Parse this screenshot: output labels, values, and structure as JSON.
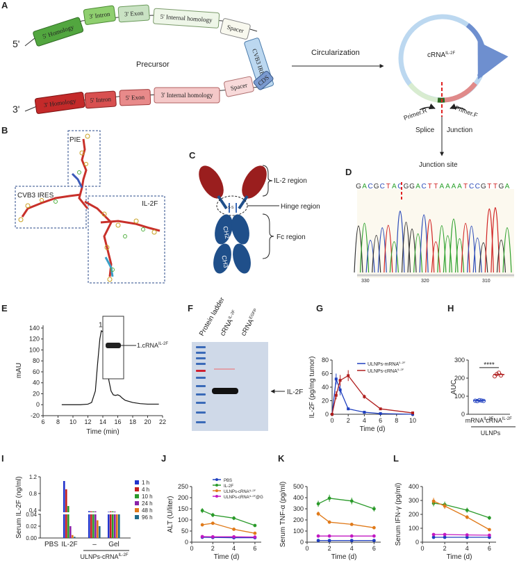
{
  "panel_labels": {
    "A": "A",
    "B": "B",
    "C": "C",
    "D": "D",
    "E": "E",
    "F": "F",
    "G": "G",
    "H": "H",
    "I": "I",
    "J": "J",
    "K": "K",
    "L": "L"
  },
  "panelA": {
    "five_prime": "5'",
    "three_prime": "3'",
    "top_segments": [
      "5' Homology",
      "3' Intron",
      "3' Exon",
      "5' Internal homology",
      "Spacer"
    ],
    "ires": "CVB3 IRES",
    "cds": "CDS",
    "bottom_segments": [
      "3' Homology",
      "5' Intron",
      "5' Exon",
      "3' Internal homology",
      "Spacer"
    ],
    "precursor": "Precursor",
    "circularization": "Circularization",
    "circ_label_base": "cRNA",
    "circ_label_sup": "IL-2F",
    "primer_r": "Primer.R",
    "primer_f": "Primer.F",
    "splice": "Splice",
    "junction": "Junction",
    "junction_site": "Junction site"
  },
  "panelB": {
    "pie": "PIE",
    "ires": "CVB3 IRES",
    "il2f": "IL-2F"
  },
  "panelC": {
    "il2_region": "IL-2 region",
    "hinge_region": "Hinge region",
    "fc_region": "Fc region",
    "ch2": "CH2",
    "ch3": "CH3",
    "ss": "S-S"
  },
  "panelD": {
    "sequence": "GACGCTACGGACTTAAAATCCGTTGA",
    "ticks": [
      "330",
      "320",
      "310"
    ]
  },
  "chart_data": [
    {
      "panel": "E",
      "type": "line",
      "xlabel": "Time (min)",
      "ylabel": "mAU",
      "xticks": [
        6,
        8,
        10,
        12,
        14,
        16,
        18,
        20,
        22
      ],
      "yticks": [
        -20,
        0,
        20,
        40,
        60,
        80,
        100,
        120,
        140
      ],
      "xlim": [
        6,
        22
      ],
      "ylim": [
        -20,
        145
      ],
      "peak_label": "1",
      "band_label_base": "1.cRNA",
      "band_label_sup": "IL-2F",
      "series": [
        {
          "x": [
            8.5,
            10,
            11,
            12,
            12.5,
            13,
            13.3,
            13.6,
            13.8,
            14.0,
            14.2,
            14.5,
            14.8,
            15.1,
            15.4,
            15.7,
            16.0,
            16.3,
            16.6,
            17,
            18,
            19,
            20,
            21.5
          ],
          "y": [
            0,
            0,
            0,
            1,
            4,
            25,
            75,
            120,
            135,
            133,
            115,
            80,
            45,
            25,
            18,
            17,
            18,
            16,
            12,
            8,
            4,
            2,
            1,
            1
          ]
        }
      ]
    },
    {
      "panel": "F",
      "type": "table",
      "lanes": [
        "Protein ladder",
        "cRNA",
        "cRNA"
      ],
      "lane_sups": [
        "",
        "IL-2F",
        "EGFP"
      ],
      "band_label": "IL-2F"
    },
    {
      "panel": "G",
      "type": "line",
      "xlabel": "Time (d)",
      "ylabel": "IL-2F (pg/mg tumor)",
      "xticks": [
        0,
        2,
        4,
        6,
        8,
        10
      ],
      "yticks": [
        0,
        20,
        40,
        60,
        80
      ],
      "xlim": [
        0,
        10
      ],
      "ylim": [
        0,
        80
      ],
      "series": [
        {
          "name": "ULNPs-mRNA",
          "sup": "IL-2F",
          "color": "#1f3fbf",
          "x": [
            0,
            0.5,
            1,
            2,
            4,
            6,
            10
          ],
          "y": [
            0,
            52,
            36,
            8,
            3,
            1,
            0
          ],
          "err": [
            0,
            8,
            8,
            2,
            1,
            0,
            0
          ]
        },
        {
          "name": "ULNPs-cRNA",
          "sup": "IL-2F",
          "color": "#b01e1e",
          "x": [
            0,
            0.5,
            1,
            2,
            4,
            6,
            10
          ],
          "y": [
            0,
            28,
            50,
            57,
            26,
            8,
            2
          ],
          "err": [
            0,
            6,
            8,
            8,
            3,
            1,
            0
          ]
        }
      ]
    },
    {
      "panel": "H",
      "type": "scatter",
      "ylabel": "AUC",
      "yticks": [
        0,
        100,
        200,
        300
      ],
      "ylim": [
        0,
        300
      ],
      "categories": [
        "mRNA",
        "cRNA"
      ],
      "category_sups": [
        "IL-2F",
        "IL-2F"
      ],
      "group_label": "ULNPs",
      "significance": "****",
      "series": [
        {
          "color": "#1f3fbf",
          "values": [
            75,
            73,
            78,
            76,
            74
          ],
          "mean": 76
        },
        {
          "color": "#b01e1e",
          "values": [
            210,
            222,
            230,
            215
          ],
          "mean": 220
        }
      ]
    },
    {
      "panel": "I",
      "type": "bar",
      "ylabel": "Serum IL-2F (ng/ml)",
      "yticks": [
        "0.00",
        "0.02",
        "0.04",
        "0.4",
        "0.8",
        "1.2"
      ],
      "categories": [
        "PBS",
        "IL-2F",
        "–",
        "Gel"
      ],
      "group_label_base": "ULNPs-cRNA",
      "group_label_sup": "IL-2F",
      "series": [
        {
          "name": "1 h",
          "color": "#2233cc",
          "values": [
            0,
            1.1,
            0.32,
            0.26
          ]
        },
        {
          "name": "4 h",
          "color": "#c41e1e",
          "values": [
            0,
            0.9,
            0.3,
            0.3
          ]
        },
        {
          "name": "10 h",
          "color": "#2a9a2a",
          "values": [
            0,
            0.5,
            0.3,
            0.3
          ]
        },
        {
          "name": "24 h",
          "color": "#8a22a8",
          "values": [
            0,
            0.02,
            0.3,
            0.28
          ]
        },
        {
          "name": "48 h",
          "color": "#e07a1a",
          "values": [
            0,
            0.005,
            0.03,
            0.2
          ]
        },
        {
          "name": "96 h",
          "color": "#1f6a8a",
          "values": [
            0,
            0.002,
            0.02,
            0.1
          ]
        }
      ]
    },
    {
      "panel": "J",
      "type": "line",
      "xlabel": "Time (d)",
      "ylabel": "ALT (U/liter)",
      "xticks": [
        0,
        2,
        4,
        6
      ],
      "yticks": [
        0,
        50,
        100,
        150,
        200,
        250
      ],
      "xlim": [
        0,
        6.6
      ],
      "ylim": [
        0,
        250
      ],
      "series": [
        {
          "name": "PBS",
          "sup": "",
          "color": "#1f3fbf",
          "y": [
            22,
            21,
            20,
            20
          ]
        },
        {
          "name": "IL-2F",
          "sup": "",
          "color": "#2a9a2a",
          "y": [
            142,
            122,
            108,
            75
          ]
        },
        {
          "name": "ULNPs-cRNA",
          "sup": "IL-2F",
          "color": "#e07a1a",
          "y": [
            78,
            85,
            58,
            40
          ]
        },
        {
          "name": "ULNPs-cRNA",
          "sup": "IL-2F",
          "suffix": "@G",
          "color": "#c218c2",
          "y": [
            25,
            24,
            24,
            23
          ]
        }
      ],
      "x": [
        1,
        2,
        4,
        6
      ]
    },
    {
      "panel": "K",
      "type": "line",
      "xlabel": "Time (d)",
      "ylabel": "Serum TNF-α (pg/ml)",
      "xticks": [
        0,
        2,
        4,
        6
      ],
      "yticks": [
        0,
        100,
        200,
        300,
        400,
        500
      ],
      "xlim": [
        0,
        6.6
      ],
      "ylim": [
        0,
        500
      ],
      "x": [
        1,
        2,
        4,
        6
      ],
      "series": [
        {
          "color": "#1f3fbf",
          "y": [
            15,
            15,
            15,
            15
          ]
        },
        {
          "color": "#2a9a2a",
          "y": [
            345,
            395,
            370,
            300
          ]
        },
        {
          "color": "#e07a1a",
          "y": [
            255,
            180,
            160,
            130
          ]
        },
        {
          "color": "#c218c2",
          "y": [
            55,
            55,
            55,
            55
          ]
        }
      ]
    },
    {
      "panel": "L",
      "type": "line",
      "xlabel": "Time (d)",
      "ylabel": "Serum IFN-γ (pg/ml)",
      "xticks": [
        0,
        2,
        4,
        6
      ],
      "yticks": [
        0,
        100,
        200,
        300,
        400
      ],
      "xlim": [
        0,
        6.6
      ],
      "ylim": [
        0,
        400
      ],
      "x": [
        1,
        2,
        4,
        6
      ],
      "series": [
        {
          "color": "#1f3fbf",
          "y": [
            35,
            35,
            35,
            35
          ]
        },
        {
          "color": "#2a9a2a",
          "y": [
            280,
            270,
            230,
            175
          ]
        },
        {
          "color": "#e07a1a",
          "y": [
            295,
            260,
            180,
            90
          ]
        },
        {
          "color": "#c218c2",
          "y": [
            55,
            55,
            52,
            50
          ]
        }
      ]
    }
  ]
}
